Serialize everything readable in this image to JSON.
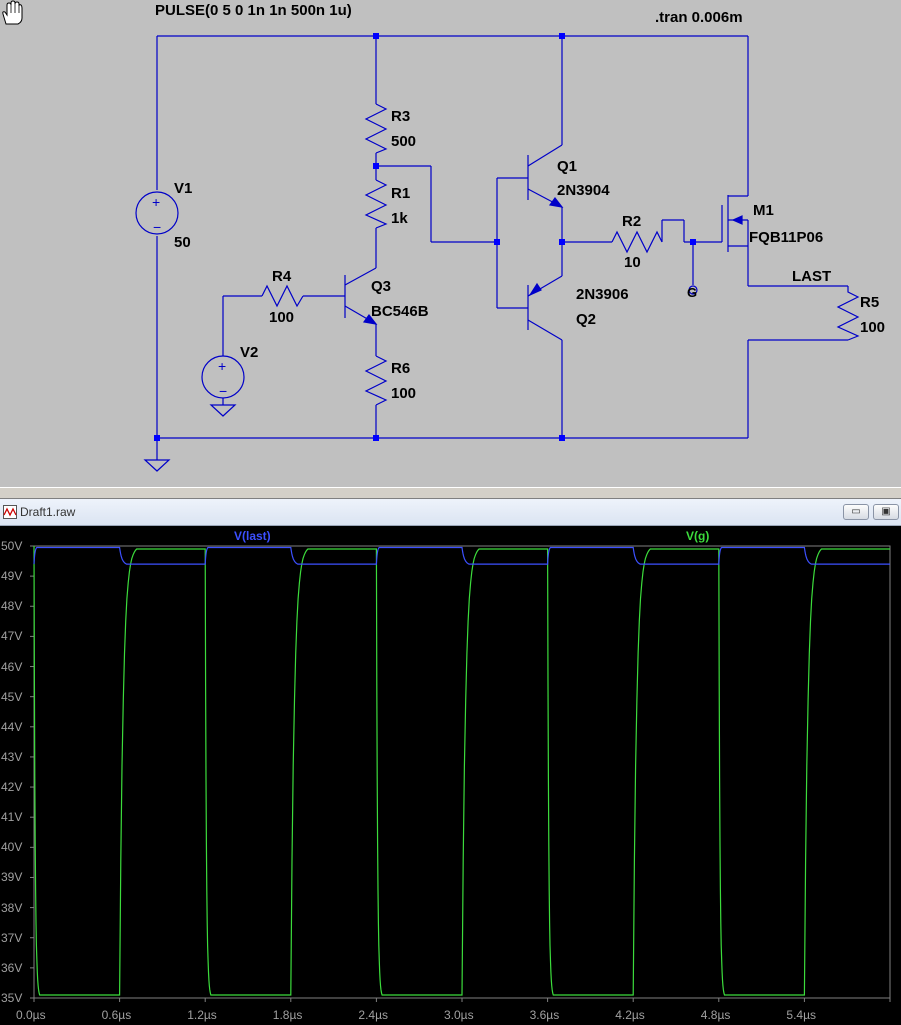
{
  "schematic": {
    "pulse_directive": "PULSE(0 5 0 1n 1n 500n 1u)",
    "tran_directive": ".tran 0.006m",
    "components": {
      "v1": {
        "name": "V1",
        "value": "50"
      },
      "v2": {
        "name": "V2"
      },
      "r3": {
        "name": "R3",
        "value": "500"
      },
      "r1": {
        "name": "R1",
        "value": "1k"
      },
      "r4": {
        "name": "R4",
        "value": "100"
      },
      "r6": {
        "name": "R6",
        "value": "100"
      },
      "q3": {
        "name": "Q3",
        "model": "BC546B"
      },
      "q1": {
        "name": "Q1",
        "model": "2N3904"
      },
      "q2": {
        "name": "Q2",
        "model": "2N3906"
      },
      "r2": {
        "name": "R2",
        "value": "10"
      },
      "m1": {
        "name": "M1",
        "model": "FQB11P06"
      },
      "r5": {
        "name": "R5",
        "value": "100"
      }
    },
    "net_labels": {
      "g": "G",
      "last": "LAST"
    }
  },
  "waveform_window": {
    "title": "Draft1.raw",
    "minimize_label": "▭",
    "restore_label": "▣"
  },
  "plot": {
    "traces": [
      {
        "name": "V(last)",
        "color": "#3c50ff"
      },
      {
        "name": "V(g)",
        "color": "#3cdc3c"
      }
    ],
    "y_ticks": [
      "50V",
      "49V",
      "48V",
      "47V",
      "46V",
      "45V",
      "44V",
      "43V",
      "42V",
      "41V",
      "40V",
      "39V",
      "38V",
      "37V",
      "36V",
      "35V"
    ],
    "x_ticks": [
      "0.0µs",
      "0.6µs",
      "1.2µs",
      "1.8µs",
      "2.4µs",
      "3.0µs",
      "3.6µs",
      "4.2µs",
      "4.8µs",
      "5.4µs"
    ]
  },
  "chart_data": {
    "type": "line",
    "ylim": [
      35,
      50
    ],
    "xlim": [
      0,
      6
    ],
    "x_unit": "µs",
    "y_unit": "V",
    "series": [
      {
        "name": "V(g)",
        "note_x": [
          0,
          0.04,
          0.6,
          0.72,
          1.2,
          1.24,
          1.8,
          1.92,
          2.4,
          2.44,
          3.0,
          3.12,
          3.6,
          3.64,
          4.2,
          4.32,
          4.8,
          4.84,
          5.4,
          5.52,
          6.0
        ],
        "x": [
          0,
          0.04,
          0.6,
          0.72,
          1.2,
          1.24,
          1.8,
          1.92,
          2.4,
          2.44,
          3.0,
          3.12,
          3.6,
          3.64,
          4.2,
          4.32,
          4.8,
          4.84,
          5.4,
          5.52,
          6.0
        ],
        "y": [
          50,
          35.1,
          35.1,
          49.9,
          49.9,
          35.1,
          35.1,
          49.9,
          49.9,
          35.1,
          35.1,
          49.9,
          49.9,
          35.1,
          35.1,
          49.9,
          49.9,
          35.1,
          35.1,
          49.9,
          49.9
        ]
      },
      {
        "name": "V(last)",
        "x": [
          0,
          0.02,
          0.6,
          0.65,
          1.2,
          1.22,
          1.8,
          1.85,
          2.4,
          2.42,
          3.0,
          3.05,
          3.6,
          3.62,
          4.2,
          4.25,
          4.8,
          4.82,
          5.4,
          5.45,
          6.0
        ],
        "y": [
          49.4,
          49.95,
          49.95,
          49.4,
          49.4,
          49.95,
          49.95,
          49.4,
          49.4,
          49.95,
          49.95,
          49.4,
          49.4,
          49.95,
          49.95,
          49.4,
          49.4,
          49.95,
          49.95,
          49.4,
          49.4
        ]
      }
    ]
  }
}
